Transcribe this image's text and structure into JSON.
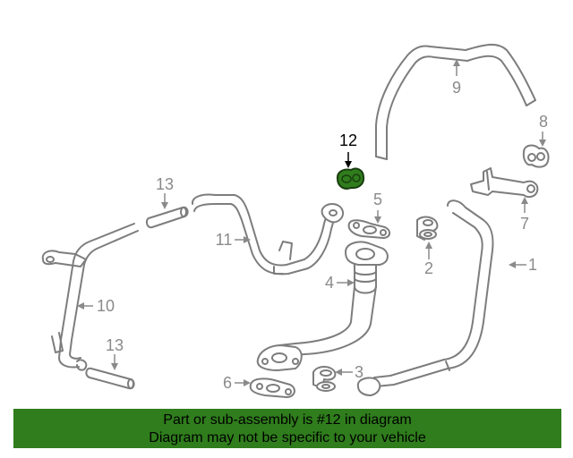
{
  "callouts": [
    {
      "id": "1",
      "text": "1"
    },
    {
      "id": "2",
      "text": "2"
    },
    {
      "id": "3",
      "text": "3"
    },
    {
      "id": "4",
      "text": "4"
    },
    {
      "id": "5",
      "text": "5"
    },
    {
      "id": "6",
      "text": "6"
    },
    {
      "id": "7",
      "text": "7"
    },
    {
      "id": "8",
      "text": "8"
    },
    {
      "id": "9",
      "text": "9"
    },
    {
      "id": "10",
      "text": "10"
    },
    {
      "id": "11",
      "text": "11"
    },
    {
      "id": "12",
      "text": "12"
    },
    {
      "id": "13a",
      "text": "13"
    },
    {
      "id": "13b",
      "text": "13"
    }
  ],
  "highlight_part": "12",
  "colors": {
    "highlight_fill": "#2f7d1c",
    "banner_bg": "#2f7d1c",
    "line": "#7d7d7d"
  },
  "banner": {
    "line1": "Part or sub-assembly is #12 in diagram",
    "line2": "Diagram may not be specific to your vehicle"
  }
}
